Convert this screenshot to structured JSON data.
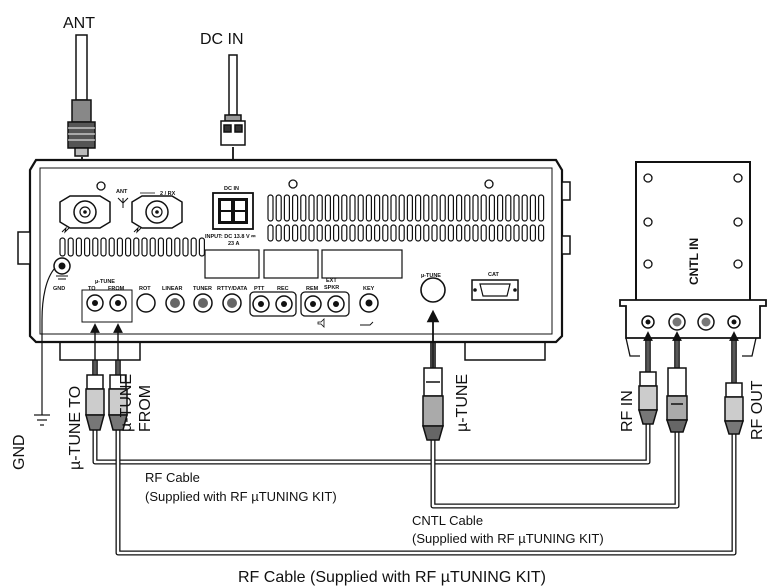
{
  "labels": {
    "ant": "ANT",
    "dc_in": "DC IN",
    "gnd": "GND",
    "mu_tune_to": "µ-TUNE TO",
    "mu_tune_from_1": "µ-TUNE",
    "mu_tune_from_2": "FROM",
    "mu_tune": "µ-TUNE",
    "rf_in": "RF IN",
    "rf_out": "RF OUT",
    "cntl_in": "CNTL IN",
    "rf_cable_1_line1": "RF Cable",
    "rf_cable_1_line2": "(Supplied with RF µTUNING KIT)",
    "cntl_cable_line1": "CNTL Cable",
    "cntl_cable_line2": "(Supplied with RF µTUNING KIT)",
    "rf_cable_2": "RF Cable (Supplied with RF µTUNING KIT)"
  },
  "panel": {
    "ant_jack": "ANT",
    "rx_jack": "2 / RX",
    "dc_in_jack": "DC IN",
    "input_rating_1": "INPUT: DC 13.8 V ⎓",
    "input_rating_2": "23 A",
    "gnd_terminal": "GND",
    "mu_tune_group": "µ-TUNE",
    "to": "TO",
    "from": "FROM",
    "rot": "ROT",
    "linear": "LINEAR",
    "tuner": "TUNER",
    "rtty_data": "RTTY/DATA",
    "ptt": "PTT",
    "rec": "REC",
    "rem": "REM",
    "ext_spkr_1": "EXT",
    "ext_spkr_2": "SPKR",
    "key": "KEY",
    "mu_tune_jack": "µ-TUNE",
    "cat": "CAT"
  }
}
